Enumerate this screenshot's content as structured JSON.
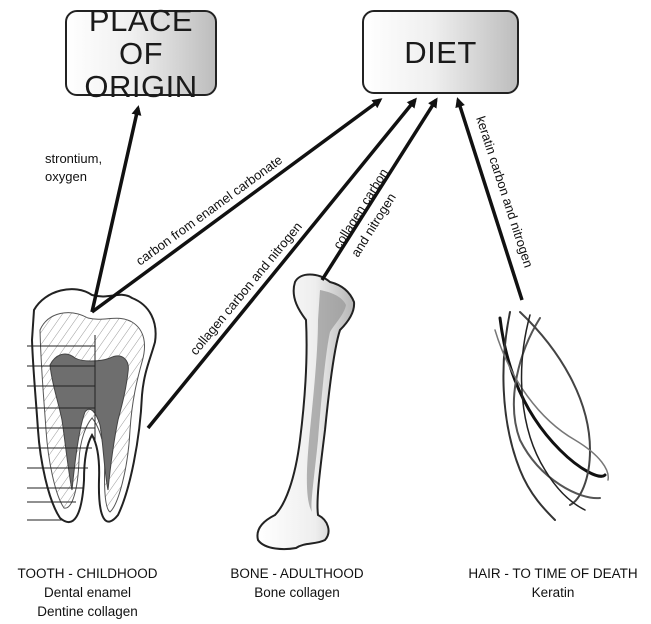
{
  "boxes": {
    "origin": "PLACE OF\nORIGIN",
    "diet": "DIET"
  },
  "arrow_labels": {
    "strontium": [
      "strontium,",
      "oxygen"
    ],
    "enamel_carbonate": "carbon from enamel carbonate",
    "tooth_collagen": "collagen carbon and nitrogen",
    "bone_collagen": [
      "collagen carbon",
      "and nitrogen"
    ],
    "keratin": "keratin carbon and nitrogen"
  },
  "captions": {
    "tooth": [
      "TOOTH - CHILDHOOD",
      "Dental enamel",
      "Dentine collagen"
    ],
    "bone": [
      "BONE - ADULTHOOD",
      "Bone collagen"
    ],
    "hair": [
      "HAIR - TO TIME OF DEATH",
      "Keratin"
    ]
  },
  "colors": {
    "arrow": "#111111",
    "tooth_dark": "#6e6e6e",
    "tooth_light": "#d9d9d9",
    "bone_fill": "#efefef",
    "bone_shade": "#9a9a9a"
  }
}
